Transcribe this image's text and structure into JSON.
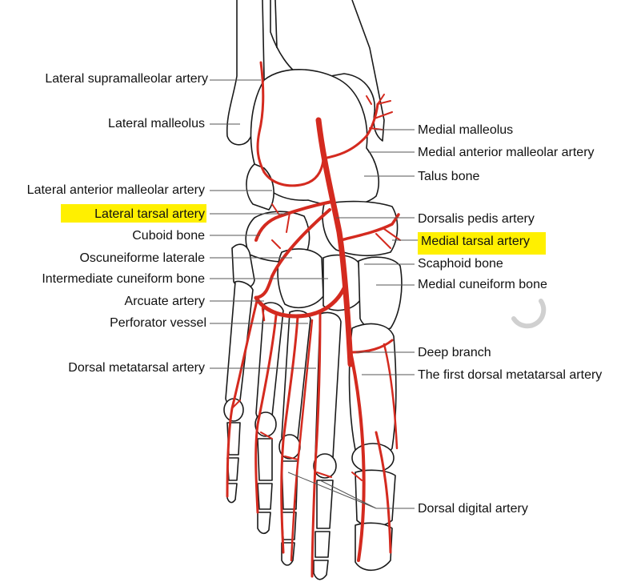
{
  "colors": {
    "artery": "#d42a1f",
    "bone_stroke": "#1a1a1a",
    "bone_fill": "#ffffff",
    "highlight": "#fff000",
    "leader": "#555555",
    "spinner": "#d0d0d0"
  },
  "labels": {
    "left": [
      "Lateral supramalleolar artery",
      "Lateral malleolus",
      "Lateral anterior malleolar artery",
      "Lateral tarsal artery",
      "Cuboid bone",
      "Oscuneiforme laterale",
      "Intermediate cuneiform bone",
      "Arcuate artery",
      "Perforator vessel",
      "Dorsal metatarsal artery"
    ],
    "right": [
      "Medial malleolus",
      "Medial anterior malleolar artery",
      "Talus bone",
      "Dorsalis pedis artery",
      "Medial tarsal artery",
      "Scaphoid bone",
      "Medial cuneiform bone",
      "Deep branch",
      "The first dorsal metatarsal artery",
      "Dorsal digital artery"
    ],
    "highlighted": [
      "Lateral tarsal artery",
      "Medial tarsal artery"
    ]
  },
  "icons": {
    "loading": "loading-spinner-icon"
  }
}
